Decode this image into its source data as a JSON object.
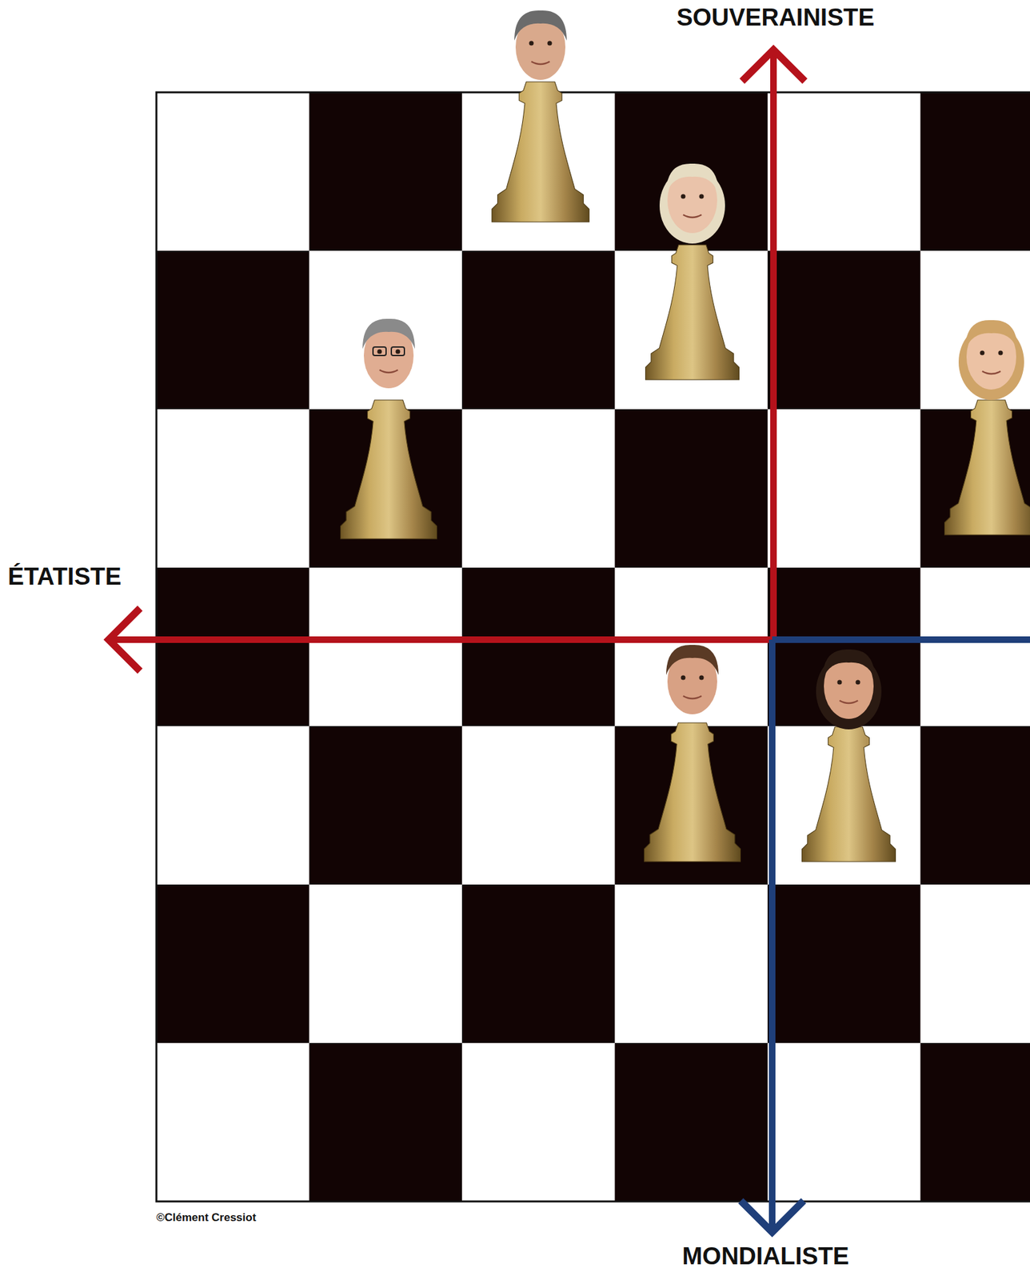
{
  "diagram": {
    "labels": [
      "SOUVERAINISTE",
      "ÉTATISTE",
      "MONDIALISTE",
      "©Clément Cressiot"
    ]
  }
}
